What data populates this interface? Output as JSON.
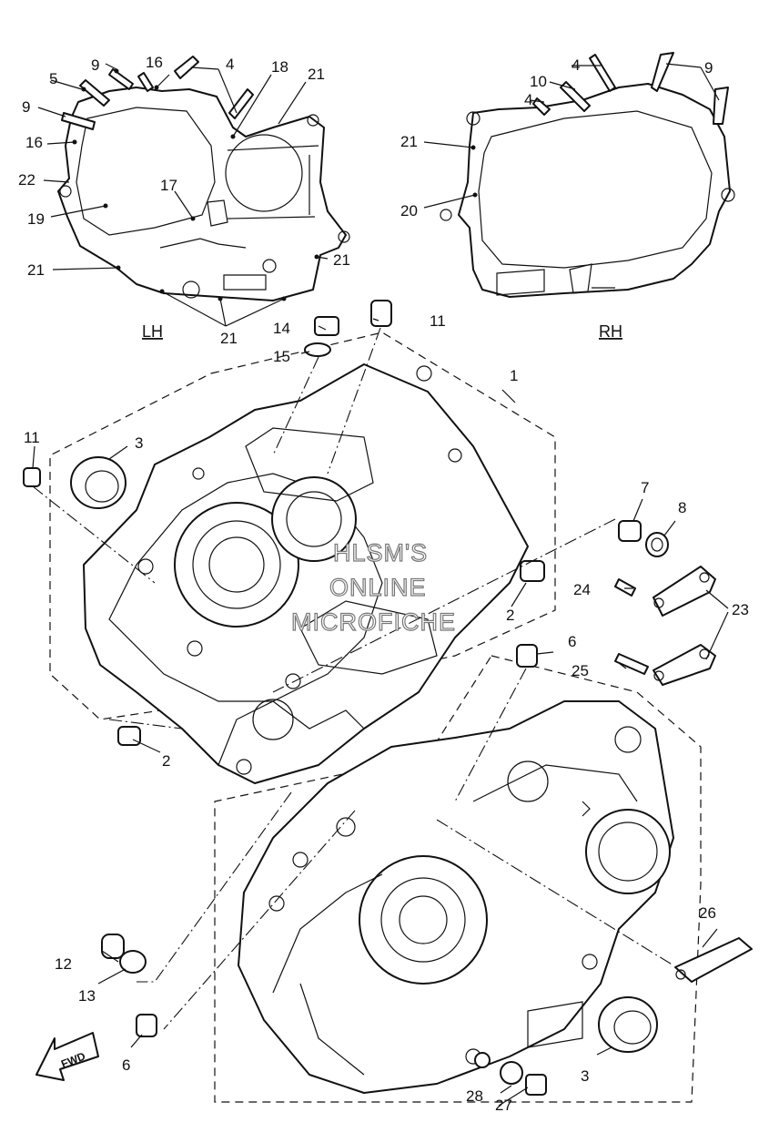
{
  "diagram": {
    "callouts": {
      "c1": "1",
      "c2a": "2",
      "c2b": "2",
      "c3a": "3",
      "c3b": "3",
      "c4a": "4",
      "c4b": "4",
      "c5": "5",
      "c6a": "6",
      "c6b": "6",
      "c7": "7",
      "c8": "8",
      "c9a": "9",
      "c9b": "9",
      "c9c": "9",
      "c10": "10",
      "c11a": "11",
      "c11b": "11",
      "c12": "12",
      "c13": "13",
      "c14": "14",
      "c15": "15",
      "c16a": "16",
      "c16b": "16",
      "c17": "17",
      "c18": "18",
      "c19": "19",
      "c20": "20",
      "c21a": "21",
      "c21b": "21",
      "c21c": "21",
      "c21d": "21",
      "c21e": "21",
      "c22": "22",
      "c23": "23",
      "c24": "24",
      "c25": "25",
      "c26": "26",
      "c27": "27",
      "c28": "28"
    },
    "side_labels": {
      "left": "LH",
      "right": "RH"
    },
    "watermark": [
      "HLSM'S",
      "ONLINE",
      "MICROFICHE"
    ],
    "fwd_label": "FWD"
  }
}
